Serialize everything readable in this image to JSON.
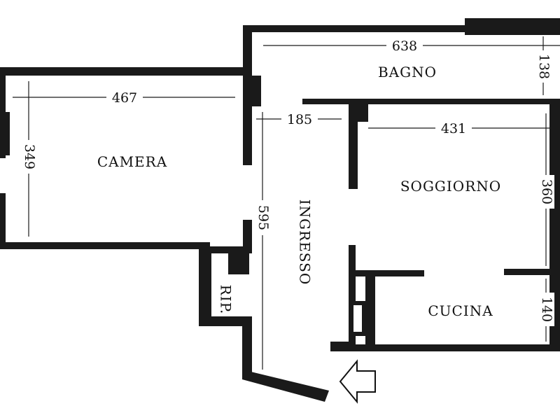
{
  "rooms": {
    "bagno": "BAGNO",
    "camera": "CAMERA",
    "soggiorno": "SOGGIORNO",
    "ingresso": "INGRESSO",
    "ripostiglio": "RIP.",
    "cucina": "CUCINA"
  },
  "dimensions": {
    "bagno_width": "638",
    "bagno_depth": "138",
    "camera_width": "467",
    "camera_depth": "349",
    "ingresso_width": "185",
    "ingresso_length": "595",
    "soggiorno_width": "431",
    "soggiorno_depth": "360",
    "cucina_depth": "140"
  },
  "entrance": {
    "icon": "entrance-arrow-icon"
  }
}
